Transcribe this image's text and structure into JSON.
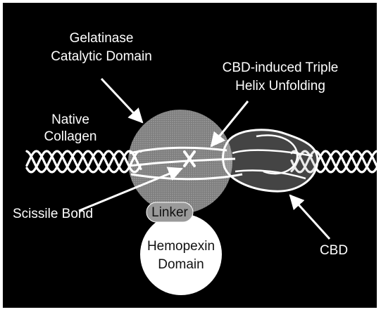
{
  "labels": {
    "catalytic_line1": "Gelatinase",
    "catalytic_line2": "Catalytic Domain",
    "unfolding_line1": "CBD-induced Triple",
    "unfolding_line2": "Helix Unfolding",
    "collagen_line1": "Native",
    "collagen_line2": "Collagen",
    "scissile": "Scissile Bond",
    "linker": "Linker",
    "hemopexin_line1": "Hemopexin",
    "hemopexin_line2": "Domain",
    "cbd": "CBD"
  },
  "colors": {
    "background": "#000000",
    "strand": "#ffffff",
    "catalytic_domain": "#8a8a8a",
    "linker": "#9a9a9a",
    "hemopexin_domain": "#ffffff",
    "cbd": "#d0d0d0"
  }
}
